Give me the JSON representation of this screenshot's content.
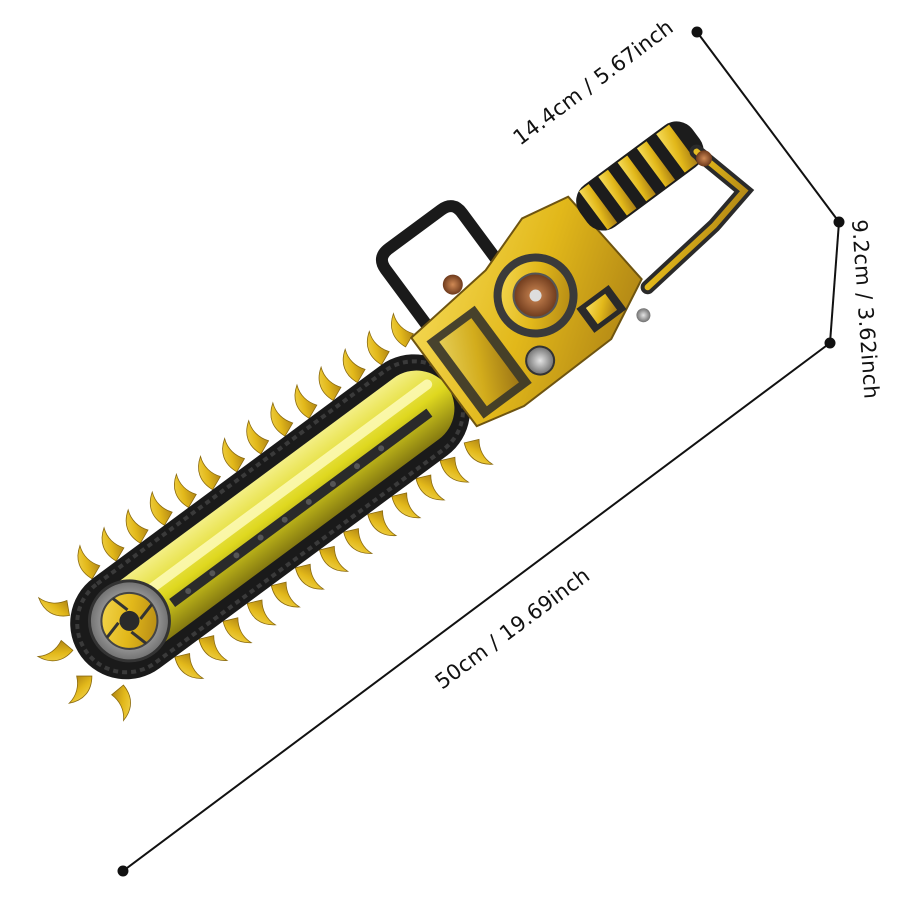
{
  "dimensions": {
    "top_length": "14.4cm / 5.67inch",
    "height": "9.2cm / 3.62inch",
    "total_length": "50cm / 19.69inch"
  },
  "colors": {
    "gold": "#e8c21e",
    "gold_dark": "#b8901a",
    "black": "#1c1c1c",
    "metal": "#8a8a8a",
    "bronze": "#a0612f",
    "glow": "#f3ee39"
  }
}
